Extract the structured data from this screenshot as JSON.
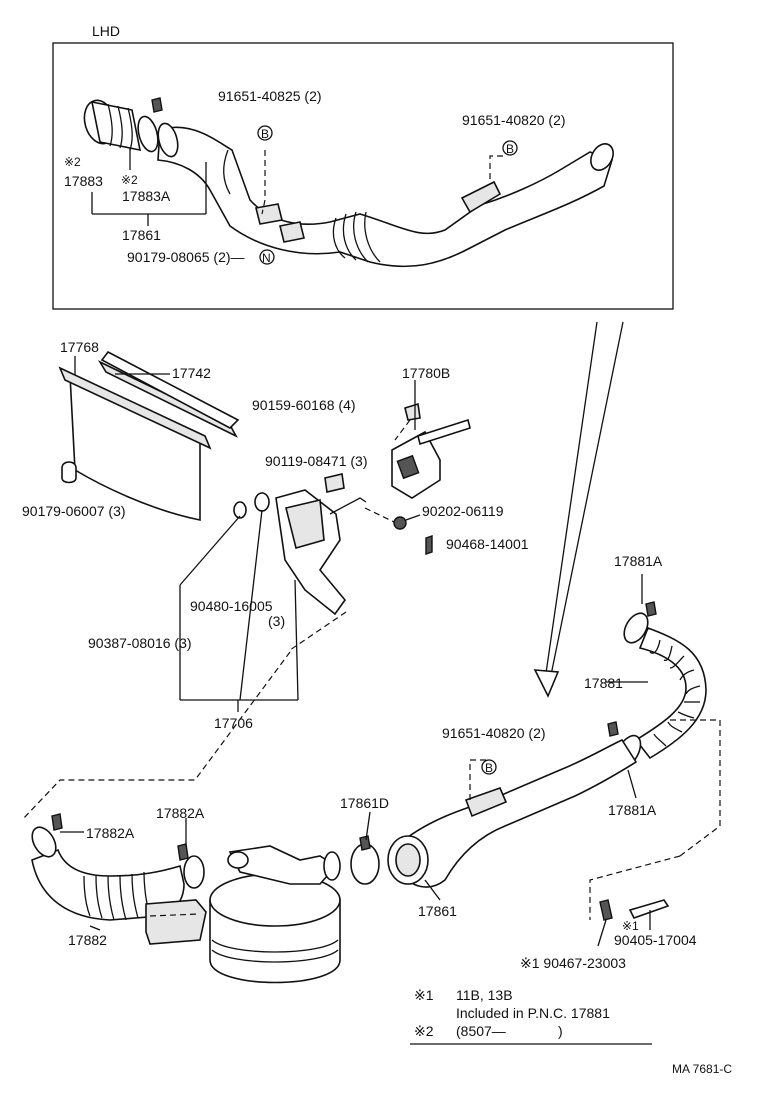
{
  "diagram": {
    "inset_label": "LHD",
    "footer_code": "MA 7681-C",
    "labels": {
      "p91651_40825": "91651-40825 (2)",
      "p91651_40820_top": "91651-40820 (2)",
      "mark2_a": "※2",
      "p17883": "17883",
      "mark2_b": "※2",
      "p17883A": "17883A",
      "p17861_top": "17861",
      "p90179_08065": "90179-08065 (2)—",
      "p17768": "17768",
      "p17742": "17742",
      "p90179_06007": "90179-06007 (3)",
      "p17780B": "17780B",
      "p90159_60168": "90159-60168 (4)",
      "p90119_08471": "90119-08471 (3)",
      "p90202_06119": "90202-06119",
      "p90468_14001": "90468-14001",
      "p90480_16005": "90480-16005",
      "p90480_qty": "(3)",
      "p90387_08016": "90387-08016 (3)",
      "p17706": "17706",
      "p17881A_top": "17881A",
      "p17881": "17881",
      "p91651_40820_bot": "91651-40820 (2)",
      "p17881A_bot": "17881A",
      "p17882A_left": "17882A",
      "p17882A_mid": "17882A",
      "p17861D": "17861D",
      "p17882": "17882",
      "p17861_bot": "17861",
      "mark1_small": "※1",
      "p90405_17004": "90405-17004",
      "p90467_23003": "※1 90467-23003"
    },
    "circled": {
      "b": "B",
      "n": "N"
    },
    "notes": {
      "note1_mark": "※1",
      "note1_line1": "11B, 13B",
      "note1_line2": "Included in P.N.C. 17881",
      "note2_mark": "※2",
      "note2_text": "(8507—",
      "note2_close": ")"
    }
  }
}
